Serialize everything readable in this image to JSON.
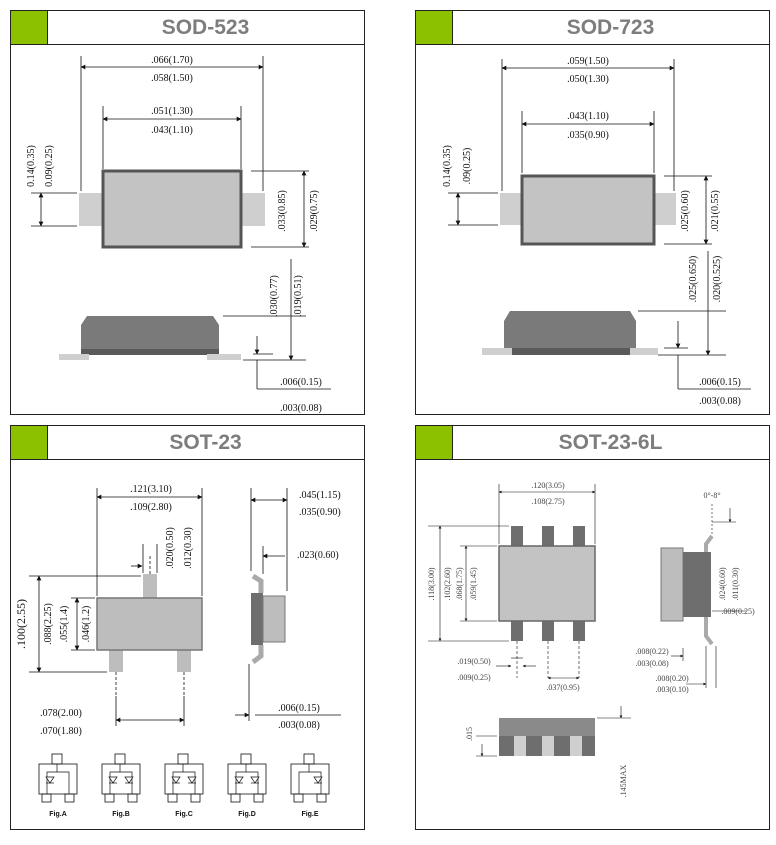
{
  "panels": {
    "sod523": {
      "title": "SOD-523",
      "dims": {
        "overall_max": ".066(1.70)",
        "overall_min": ".058(1.50)",
        "body_max": ".051(1.30)",
        "body_min": ".043(1.10)",
        "lead_max": "0.14(0.35)",
        "lead_min": "0.09(0.25)",
        "width_max": ".033(0.85)",
        "width_min": ".029(0.75)",
        "height_max": ".030(0.77)",
        "height_min": ".019(0.51)",
        "standoff_max": ".006(0.15)",
        "standoff_min": ".003(0.08)"
      }
    },
    "sod723": {
      "title": "SOD-723",
      "dims": {
        "overall_max": ".059(1.50)",
        "overall_min": ".050(1.30)",
        "body_max": ".043(1.10)",
        "body_min": ".035(0.90)",
        "lead_max": "0.14(0.35)",
        "lead_min": ".09(0.25)",
        "width_max": ".025(0.60)",
        "width_min": ".021(0.55)",
        "height_max": ".025(0.650)",
        "height_min": ".020(0.525)",
        "standoff_max": ".006(0.15)",
        "standoff_min": ".003(0.08)"
      }
    },
    "sot23": {
      "title": "SOT-23",
      "dims": {
        "length_max": ".121(3.10)",
        "length_min": ".109(2.80)",
        "lead_w_max": ".020(0.50)",
        "lead_w_min": ".012(0.30)",
        "total_w_max": ".100(2.55)",
        "total_w_min": ".088(2.25)",
        "body_w_max": ".055(1.4)",
        "body_w_min": ".046(1.2)",
        "pitch_max": ".078(2.00)",
        "pitch_min": ".070(1.80)",
        "height_max": ".045(1.15)",
        "height_min": ".035(0.90)",
        "thk": ".023(0.60)",
        "standoff_max": ".006(0.15)",
        "standoff_min": ".003(0.08)"
      },
      "figures": [
        "Fig.A",
        "Fig.B",
        "Fig.C",
        "Fig.D",
        "Fig.E"
      ]
    },
    "sot236l": {
      "title": "SOT-23-6L",
      "dims": {
        "len_max": ".120(3.05)",
        "len_min": ".108(2.75)",
        "total_max": ".118(3.00)",
        "total_min": ".102(2.60)",
        "body_max": ".068(1.75)",
        "body_min": ".059(1.45)",
        "lead_max": ".019(0.50)",
        "lead_min": ".009(0.25)",
        "pitch": ".037(0.95)",
        "side_tag": "0°-8°",
        "h_max": ".024(0.60)",
        "h_min": ".011(0.30)",
        "side_min": ".009(0.25)",
        "thk_max": ".008(0.22)",
        "thk_min": ".003(0.08)",
        "foot_max": ".008(0.20)",
        "foot_min": ".003(0.10)",
        "small": ".015",
        "max_h": ".145MAX"
      }
    }
  },
  "colors": {
    "accent": "#8cc100",
    "body": "#bdbdbd",
    "body_dark": "#6e6e6e",
    "lead": "#cfcfcf"
  }
}
